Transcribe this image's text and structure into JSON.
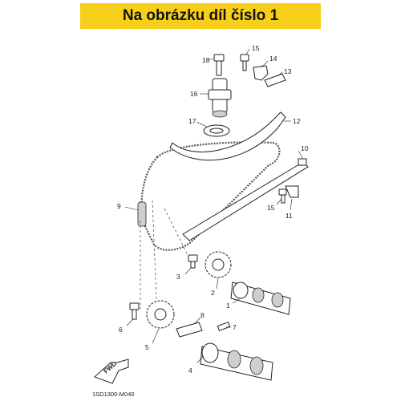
{
  "banner": {
    "title": "Na obrázku díl číslo 1"
  },
  "diagram": {
    "code": "1SD1300-M040",
    "direction_label": "FWD",
    "callouts": {
      "p1": "1",
      "p2": "2",
      "p3": "3",
      "p4": "4",
      "p5": "5",
      "p6": "6",
      "p7": "7",
      "p8": "8",
      "p9": "9",
      "p10": "10",
      "p11": "11",
      "p12": "12",
      "p13": "13",
      "p14": "14",
      "p15a": "15",
      "p15b": "15",
      "p16": "16",
      "p17": "17",
      "p18": "18"
    }
  },
  "colors": {
    "banner": "#f7cf1a",
    "line": "#222222"
  }
}
